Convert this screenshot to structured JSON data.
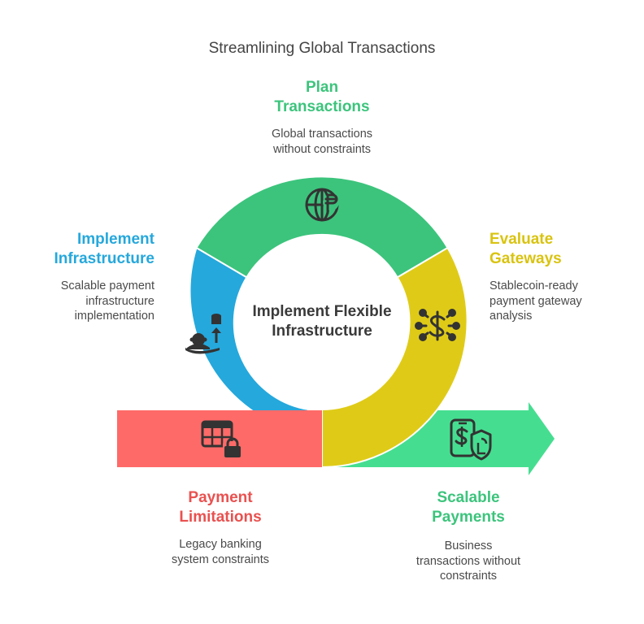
{
  "title": "Streamlining Global Transactions",
  "center_label": "Implement Flexible\nInfrastructure",
  "colors": {
    "plan": "#3cc47c",
    "evaluate": "#dfcb17",
    "implement": "#25a8dc",
    "payment": "#fe6a68",
    "scalable": "#45de90",
    "icon": "#333333"
  },
  "stages": {
    "plan": {
      "heading": "Plan\nTransactions",
      "description": "Global transactions\nwithout constraints",
      "icon": "globe-currency-icon"
    },
    "evaluate": {
      "heading": "Evaluate\nGateways",
      "description": "Stablecoin-ready\npayment gateway\nanalysis",
      "icon": "dollar-network-icon"
    },
    "implement": {
      "heading": "Implement\nInfrastructure",
      "description": "Scalable payment\ninfrastructure\nimplementation",
      "icon": "database-upload-icon"
    },
    "payment": {
      "heading": "Payment\nLimitations",
      "description": "Legacy banking\nsystem constraints",
      "icon": "locked-table-icon"
    },
    "scalable": {
      "heading": "Scalable\nPayments",
      "description": "Business\ntransactions without\nconstraints",
      "icon": "secure-payment-icon"
    }
  }
}
